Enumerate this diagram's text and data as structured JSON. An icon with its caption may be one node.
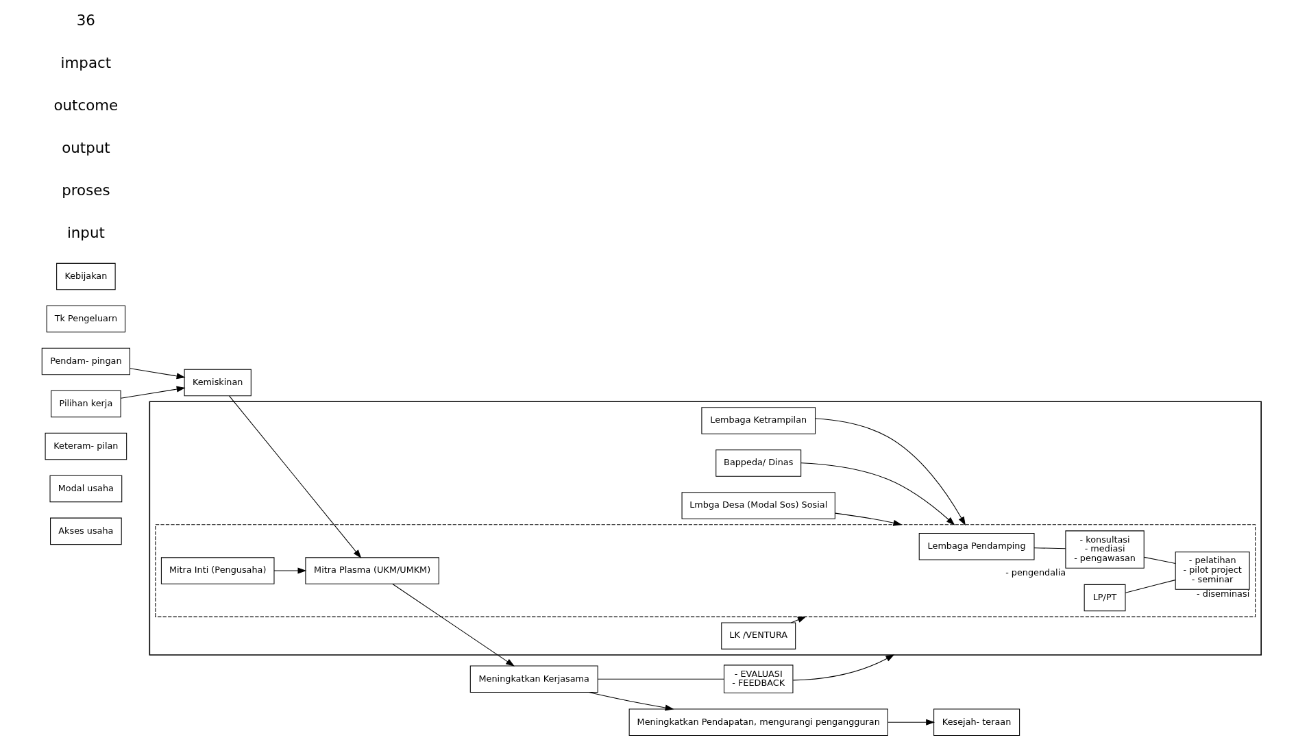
{
  "diagram": {
    "nodes": [
      {
        "text": [
          "Akses usaha"
        ]
      },
      {
        "text": [
          "Modal usaha"
        ]
      },
      {
        "text": [
          "Keteram- pilan"
        ]
      },
      {
        "text": [
          "Pendam- pingan"
        ]
      },
      {
        "text": [
          "Kemiskinan"
        ]
      },
      {
        "text": [
          "Pilihan kerja"
        ]
      },
      {
        "text": [
          "Tk Pengeluarn"
        ]
      },
      {
        "text": [
          "Kebijakan"
        ]
      },
      {
        "text": [],
        "shape": "box"
      },
      {
        "text": [],
        "shape": "box",
        "in": 8
      },
      {
        "text": [
          "Lembaga Pendamping"
        ],
        "in": 9
      },
      {
        "text": [
          "- konsultasi",
          "- mediasi",
          "- pengawasan"
        ],
        "beside": [
          "- pengendalia"
        ],
        "in": 9
      },
      {
        "text": [
          "Mitra Inti (Pengusaha)"
        ],
        "in": 9
      },
      {
        "text": [
          "LP/PT"
        ],
        "in": 9
      },
      {
        "text": [
          "- pelatihan",
          "- pilot project",
          "- seminar"
        ],
        "beside": [
          "- diseminasi"
        ],
        "in": 9
      },
      {
        "text": [
          "Mitra Plasma (UKM/UMKM)"
        ],
        "in": 9
      },
      {
        "text": [
          "Lembaga Ketrampilan"
        ],
        "in": 8
      },
      {
        "text": [
          "Bappeda/ Dinas"
        ],
        "in": 8
      },
      {
        "text": [
          "Lmbga Desa (Modal Sos) Sosial"
        ],
        "in": 8
      },
      {
        "text": [
          "LK /VENTURA"
        ],
        "in": 8
      },
      {
        "text": [
          "Meningkatkan Kerjasama"
        ]
      },
      {
        "text": [
          "- EVALUASI",
          "- FEEDBACK"
        ]
      },
      {
        "text": [
          "Meningkatkan Pendapatan, mengurangi pengangguran"
        ]
      },
      {
        "text": [
          "Kesejah- teraan"
        ]
      }
    ],
    "edges": [
      {
        "from": 3,
        "to": 4,
        "arrow": "to"
      },
      {
        "from": 5,
        "to": 4,
        "arrow": "to"
      },
      {
        "from": 4,
        "to": 15,
        "arrow": "to"
      },
      {
        "from": 10,
        "to": 11,
        "arrow": "none"
      },
      {
        "from": 11,
        "to": 14,
        "arrow": "none"
      },
      {
        "from": 13,
        "to": 14,
        "arrow": "none"
      },
      {
        "from": 12,
        "to": 15,
        "arrow": "to"
      },
      {
        "from": 16,
        "to": 9,
        "arrow": "to"
      },
      {
        "from": 17,
        "to": 9,
        "arrow": "to"
      },
      {
        "from": 18,
        "to": 9,
        "arrow": "to"
      },
      {
        "from": 19,
        "to": 9,
        "arrow": "to"
      },
      {
        "from": 15,
        "to": 20,
        "arrow": "to"
      },
      {
        "from": 20,
        "to": 21,
        "arrow": "none"
      },
      {
        "from": 21,
        "to": 8,
        "arrow": "to"
      },
      {
        "from": 20,
        "to": 22,
        "arrow": "to"
      },
      {
        "from": 22,
        "to": 23,
        "arrow": "to"
      }
    ],
    "labels": [
      "input",
      "proses",
      "output",
      "outcome",
      "impact",
      "36"
    ]
  }
}
